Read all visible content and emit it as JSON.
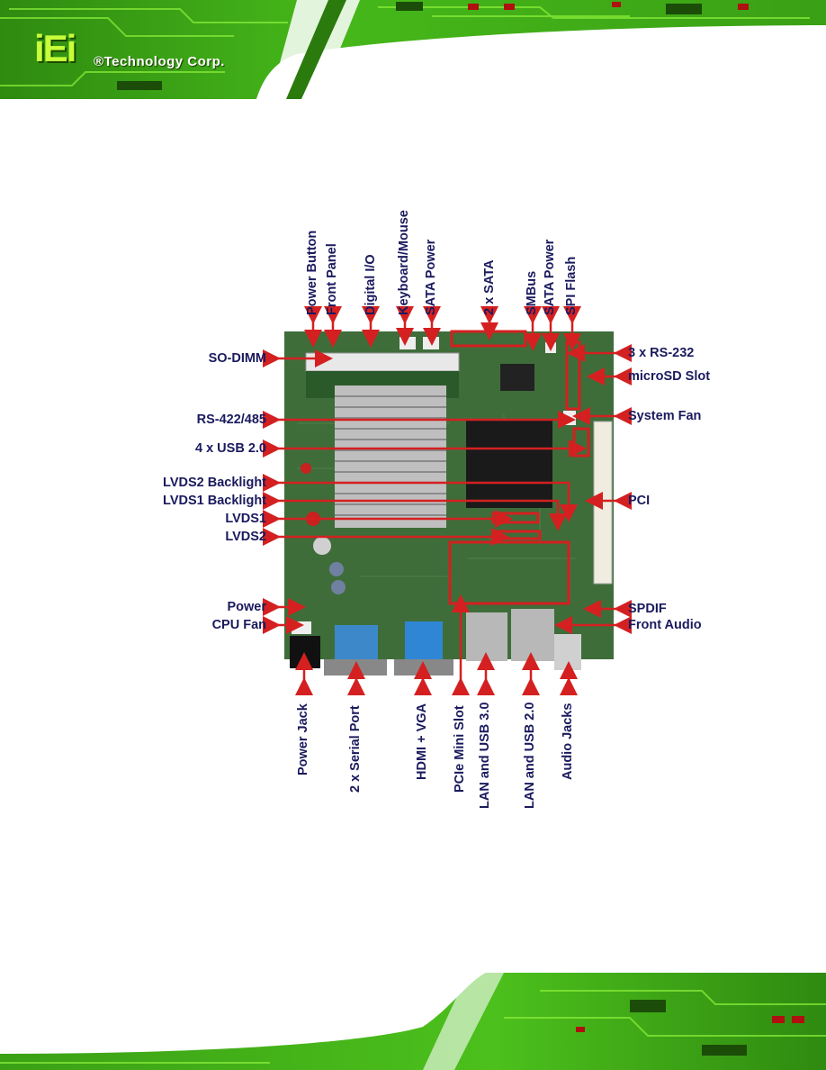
{
  "header": {
    "logo_mark": "iEi",
    "company": "®Technology Corp."
  },
  "diagram": {
    "left_labels": [
      "SO-DIMM",
      "RS-422/485",
      "4 x USB 2.0",
      "LVDS2 Backlight",
      "LVDS1 Backlight",
      "LVDS1",
      "LVDS2",
      "Power",
      "CPU Fan"
    ],
    "right_labels": [
      "3 x RS-232",
      "microSD Slot",
      "System Fan",
      "PCI",
      "SPDIF",
      "Front Audio"
    ],
    "top_labels": [
      "Power Button",
      "Front Panel",
      "Digital I/O",
      "Keyboard/Mouse",
      "SATA Power",
      "2 x SATA",
      "SMBus",
      "SATA Power",
      "SPI Flash"
    ],
    "bottom_labels": [
      "Power Jack",
      "2 x Serial Port",
      "HDMI + VGA",
      "PCIe Mini Slot",
      "LAN and USB 3.0",
      "LAN and USB 2.0",
      "Audio Jacks"
    ]
  },
  "colors": {
    "label_text": "#1a1a5e",
    "arrow": "#d42020",
    "pcb": "#3d6b3a",
    "pcb_trace_green": "#5fd31a"
  }
}
